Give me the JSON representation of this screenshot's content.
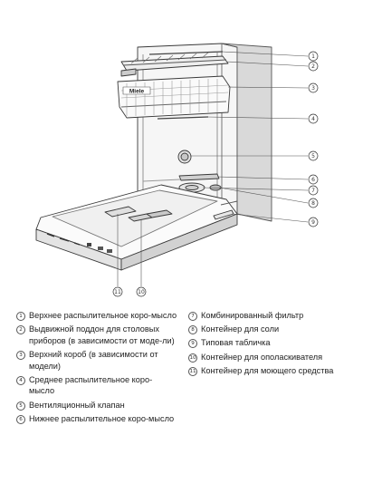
{
  "callouts": [
    {
      "num": "1"
    },
    {
      "num": "2"
    },
    {
      "num": "3"
    },
    {
      "num": "4"
    },
    {
      "num": "5"
    },
    {
      "num": "6"
    },
    {
      "num": "7"
    },
    {
      "num": "8"
    },
    {
      "num": "9"
    },
    {
      "num": "10"
    },
    {
      "num": "11"
    }
  ],
  "brand_mark": "Miele",
  "legend": {
    "left": [
      {
        "num": "1",
        "text": "Верхнее распылительное коро-мысло"
      },
      {
        "num": "2",
        "text": "Выдвижной поддон для столовых приборов (в зависимости от моде-ли)"
      },
      {
        "num": "3",
        "text": "Верхний короб (в зависимости от модели)"
      },
      {
        "num": "4",
        "text": "Среднее распылительное коро-мысло"
      },
      {
        "num": "5",
        "text": "Вентиляционный клапан"
      },
      {
        "num": "6",
        "text": "Нижнее распылительное коро-мысло"
      }
    ],
    "right": [
      {
        "num": "7",
        "text": "Комбинированный фильтр"
      },
      {
        "num": "8",
        "text": "Контейнер для соли"
      },
      {
        "num": "9",
        "text": "Типовая табличка"
      },
      {
        "num": "10",
        "text": "Контейнер для ополаскивателя"
      },
      {
        "num": "11",
        "text": "Контейнер для моющего средства"
      }
    ]
  }
}
